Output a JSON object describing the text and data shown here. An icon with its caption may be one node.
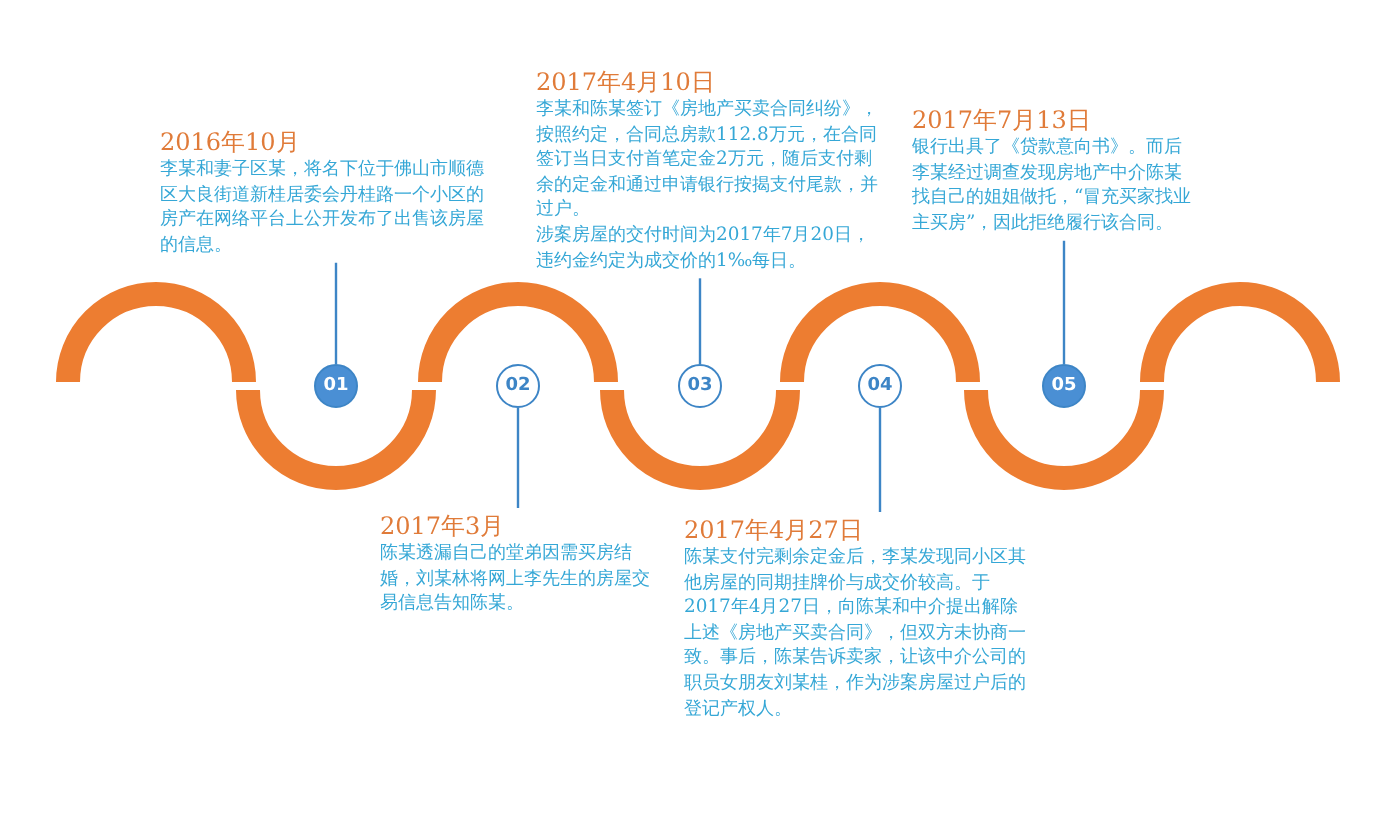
{
  "diagram": {
    "nodes": [
      {
        "text": [
          "2016年10月",
          "李某和妻子区某，将名下位于佛山市顺德区大良街道新桂居委会丹桂路一个小区的房产在网络平台上公开发布了出售该房屋的信息。"
        ]
      },
      {
        "text": [
          "2017年4月10日",
          "李某和陈某签订《房地产买卖合同纠纷》，按照约定，合同总房款112.8万元，在合同签订当日支付首笔定金2万元，随后支付剩余的定金和通过申请银行按揭支付尾款，并过户。",
          "涉案房屋的交付时间为2017年7月20日，违约金约定为成交价的1‰每日。"
        ]
      },
      {
        "text": [
          "2017年7月13日",
          "银行出具了《贷款意向书》。而后李某经过调查发现房地产中介陈某找自己的姐姐做托，“冒充买家找业主买房”，因此拒绝履行该合同。"
        ]
      },
      {
        "text": [
          "01"
        ]
      },
      {
        "text": [
          "02"
        ]
      },
      {
        "text": [
          "03"
        ]
      },
      {
        "text": [
          "04"
        ]
      },
      {
        "text": [
          "05"
        ]
      },
      {
        "text": [
          "2017年3月",
          "陈某透漏自己的堂弟因需买房结婚，刘某林将网上李先生的房屋交易信息告知陈某。"
        ]
      },
      {
        "text": [
          "2017年4月27日",
          "陈某支付完剩余定金后，李某发现同小区其他房屋的同期挂牌价与成交价较高。于2017年4月27日，向陈某和中介提出解除上述《房地产买卖合同》，但双方未协商一致。事后，陈某告诉卖家，让该中介公司的职员女朋友刘某桂，作为涉案房屋过户后的登记产权人。"
        ]
      }
    ],
    "edges": [
      {
        "from": 0,
        "to": 3,
        "arrow": "none"
      },
      {
        "from": 8,
        "to": 4,
        "arrow": "none"
      },
      {
        "from": 1,
        "to": 5,
        "arrow": "none"
      },
      {
        "from": 9,
        "to": 6,
        "arrow": "none"
      },
      {
        "from": 2,
        "to": 7,
        "arrow": "none"
      }
    ]
  }
}
